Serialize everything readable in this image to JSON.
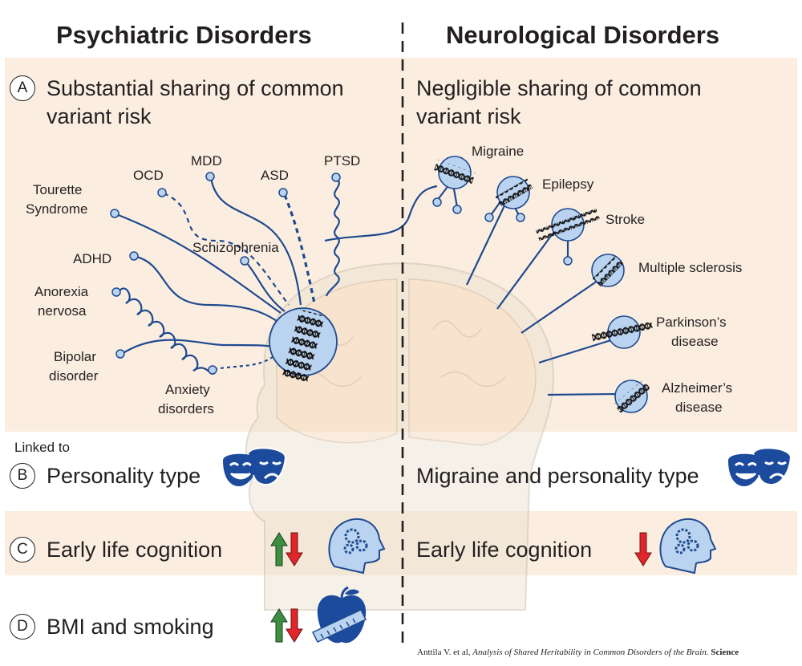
{
  "headers": {
    "left": "Psychiatric Disorders",
    "right": "Neurological Disorders"
  },
  "section_a": {
    "marker": "A",
    "left_line1": "Substantial sharing of common",
    "left_line2": "variant risk",
    "right_line1": "Negligible sharing of common",
    "right_line2": "variant risk"
  },
  "psychiatric_disorders": [
    "OCD",
    "MDD",
    "ASD",
    "PTSD",
    "Tourette",
    "Syndrome",
    "Schizophrenia",
    "ADHD",
    "Anorexia",
    "nervosa",
    "Bipolar",
    "disorder",
    "Anxiety",
    "disorders"
  ],
  "neurological_disorders": [
    "Migraine",
    "Epilepsy",
    "Stroke",
    "Multiple sclerosis",
    "Parkinson’s",
    "disease",
    "Alzheimer’s",
    "disease"
  ],
  "linked_to": "Linked to",
  "section_b": {
    "marker": "B",
    "left": "Personality type",
    "right": "Migraine and personality type",
    "icon": "theater-masks-icon"
  },
  "section_c": {
    "marker": "C",
    "left": "Early life cognition",
    "right": "Early life cognition",
    "icon": "head-gears-icon"
  },
  "section_d": {
    "marker": "D",
    "left": "BMI and smoking",
    "icon": "apple-tape-measure-icon"
  },
  "citation": {
    "author": "Anttila V. et al, ",
    "title": "Analysis of Shared Heritability in Common Disorders of the Brain.",
    "journal": " Science"
  },
  "colors": {
    "band": "#fbeee1",
    "node": "#b9d3f0",
    "line": "#1f4a8f",
    "icon_blue": "#1c4a9c",
    "arrow_up": "#3e8e41",
    "arrow_down": "#e0262b"
  }
}
